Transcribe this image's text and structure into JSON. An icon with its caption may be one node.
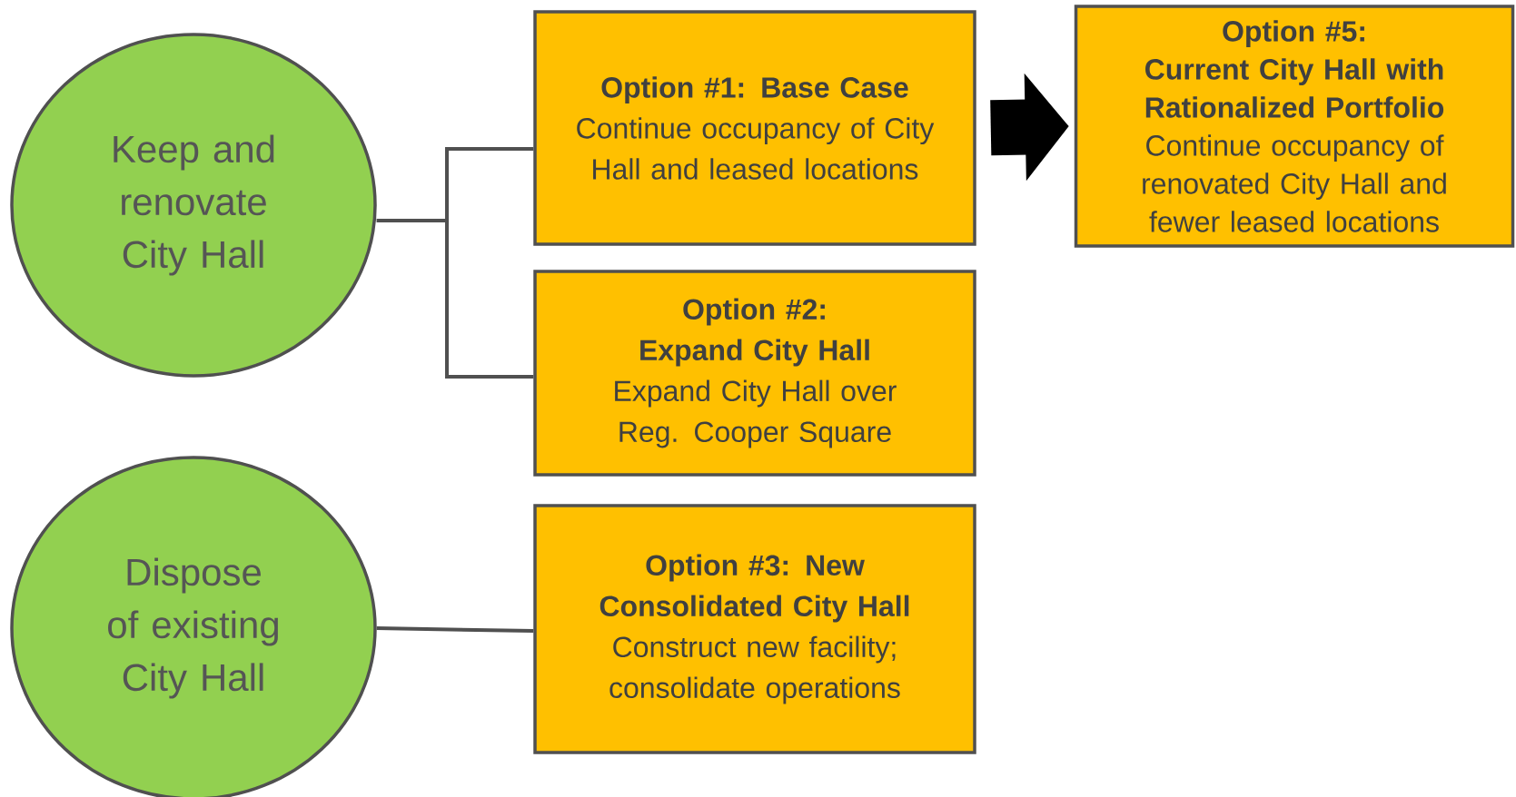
{
  "diagram": {
    "nodes": [
      {
        "text": [
          "Keep and renovate City Hall"
        ]
      },
      {
        "text": [
          "Option #1: Base Case",
          "Continue occupancy of City Hall and leased locations"
        ]
      },
      {
        "text": [
          "Option #2: Expand City Hall",
          "Expand City Hall over Reg. Cooper Square"
        ]
      },
      {
        "text": [
          "Dispose of existing City Hall"
        ]
      },
      {
        "text": [
          "Option #3: New Consolidated City Hall",
          "Construct new facility; consolidate operations"
        ]
      },
      {
        "text": [
          "Option #5:",
          "Current City Hall with Rationalized Portfolio",
          "Continue occupancy of renovated City Hall and fewer leased locations"
        ]
      }
    ],
    "edges": [
      {
        "from": 0,
        "to": 1,
        "arrow": "none"
      },
      {
        "from": 0,
        "to": 2,
        "arrow": "none"
      },
      {
        "from": 3,
        "to": 4,
        "arrow": "none"
      },
      {
        "from": 1,
        "to": 5,
        "arrow": "to",
        "style": "thick",
        "color": "#000000"
      }
    ]
  }
}
